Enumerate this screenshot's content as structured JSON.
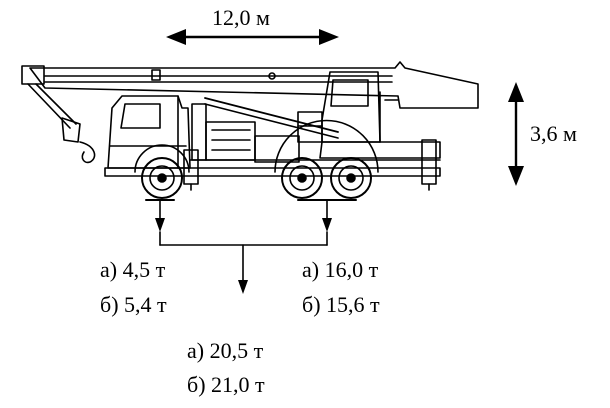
{
  "dimensions": {
    "length": "12,0 м",
    "height": "3,6 м"
  },
  "axle_loads": {
    "front": {
      "a": "а) 4,5 т",
      "b": "б) 5,4 т"
    },
    "rear": {
      "a": "а) 16,0 т",
      "b": "б) 15,6 т"
    },
    "total": {
      "a": "а) 20,5 т",
      "b": "б) 21,0 т"
    }
  },
  "icons": [
    "truck-crane-icon"
  ]
}
